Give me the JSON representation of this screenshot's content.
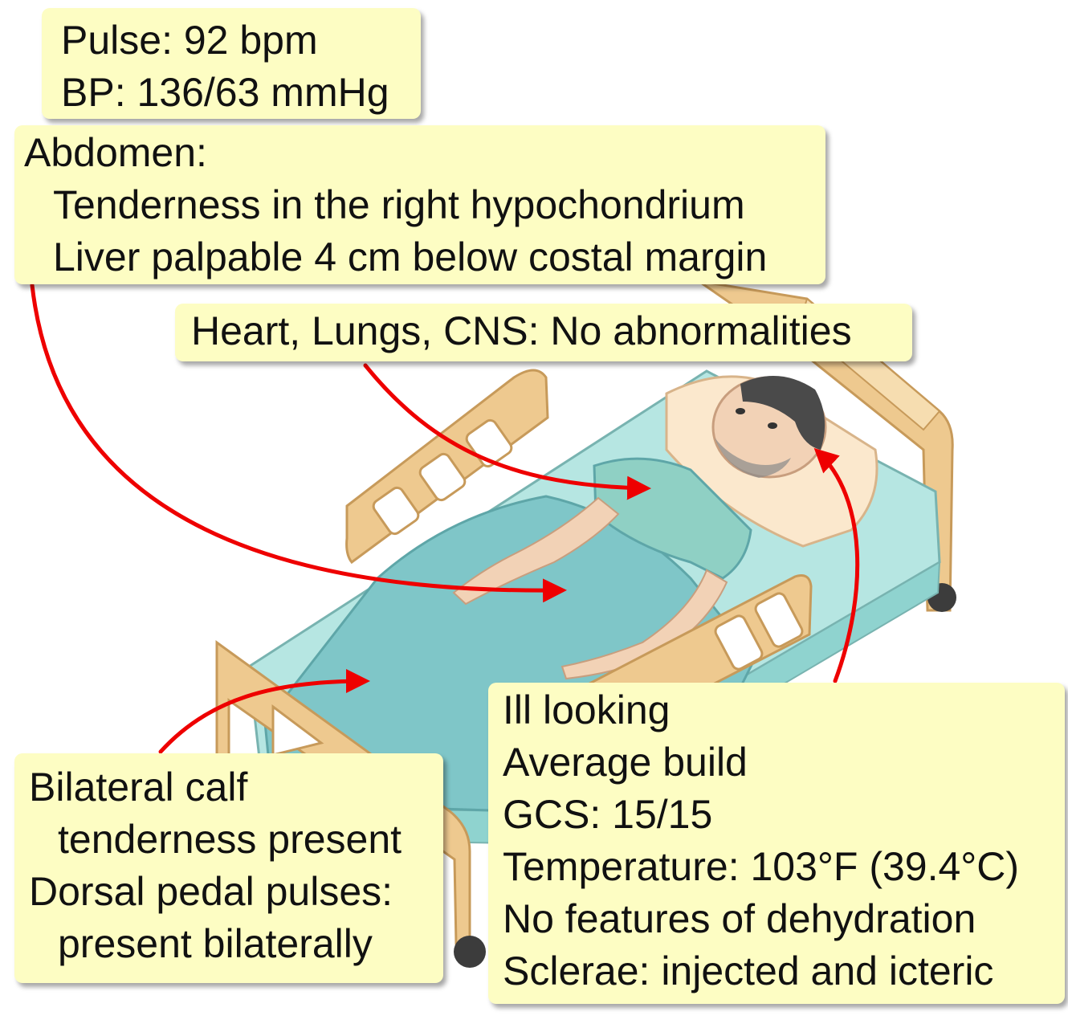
{
  "notes": {
    "vitals": [
      "Pulse: 92 bpm",
      "BP: 136/63 mmHg"
    ],
    "abdomen": {
      "heading": "Abdomen:",
      "items": [
        "Tenderness in the right hypochondrium",
        "Liver palpable 4 cm below costal margin"
      ]
    },
    "systems": "Heart, Lungs, CNS: No abnormalities",
    "legs": [
      "Bilateral calf",
      "tenderness present",
      "Dorsal pedal pulses:",
      "present bilaterally"
    ],
    "general": [
      "Ill looking",
      "Average build",
      "GCS: 15/15",
      "Temperature: 103°F (39.4°C)",
      "No features of dehydration",
      "Sclerae: injected and icteric"
    ]
  },
  "colors": {
    "note_background": "#fdfdc3",
    "arrow": "#ee0000",
    "bed_wood": "#eec98f",
    "sheet": "#a7e0dc",
    "blanket": "#7fc6c8",
    "gown": "#8fd0c4",
    "skin": "#f2d2b6",
    "hair": "#4a4a4a"
  },
  "icons": [
    "hospital-bed-illustration",
    "patient-illustration",
    "annotation-arrow"
  ]
}
